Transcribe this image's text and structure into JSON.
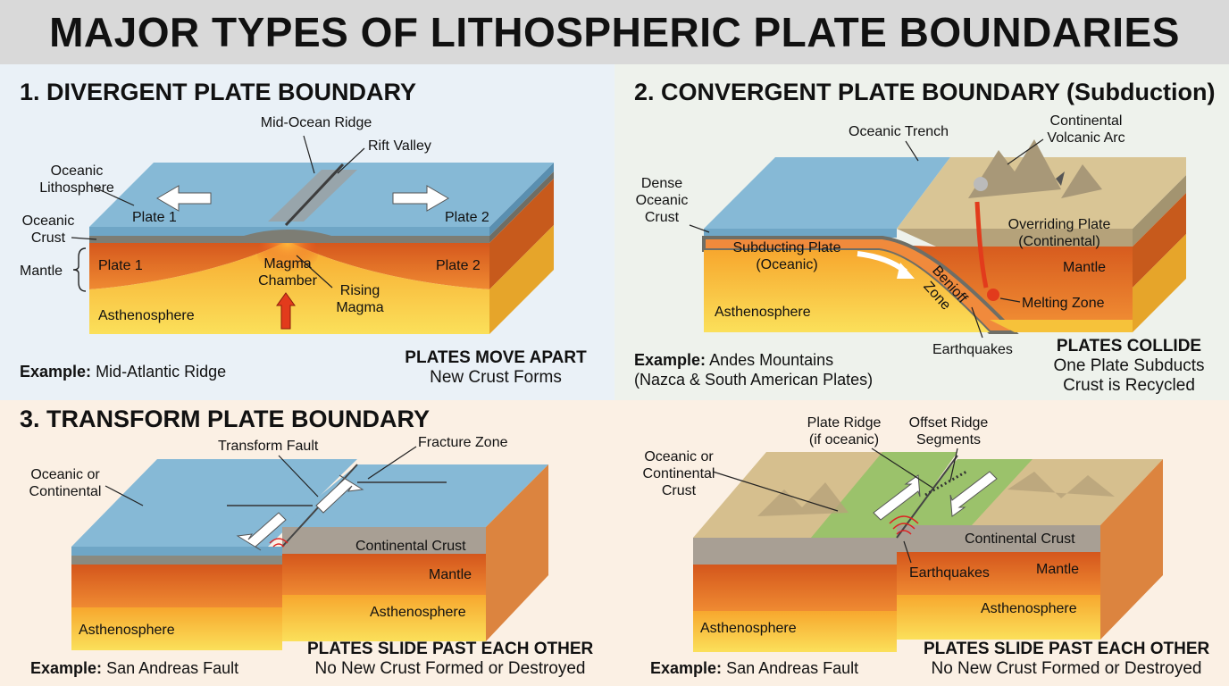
{
  "title": "MAJOR TYPES OF LITHOSPHERIC PLATE BOUNDARIES",
  "colors": {
    "ocean": "#7fb3d0",
    "crust": "#8a8a80",
    "mantle": "#e8782c",
    "asthenosphere": "#f6c23a",
    "land": "#d6bf8e",
    "ridge": "#9bc26b",
    "magma": "#e23b1c"
  },
  "divergent": {
    "heading": "1. DIVERGENT PLATE BOUNDARY",
    "labels": {
      "mid_ocean_ridge": "Mid-Ocean Ridge",
      "rift_valley": "Rift Valley",
      "oceanic_lithosphere": "Oceanic\nLithosphere",
      "plate1_top": "Plate 1",
      "plate2_top": "Plate 2",
      "oceanic_crust": "Oceanic\nCrust",
      "mantle": "Mantle",
      "plate1_side": "Plate 1",
      "plate2_side": "Plate 2",
      "magma_chamber": "Magma\nChamber",
      "rising_magma": "Rising\nMagma",
      "asthenosphere": "Asthenosphere"
    },
    "example_label": "Example:",
    "example_value": "Mid-Atlantic Ridge",
    "summary_title": "PLATES MOVE APART",
    "summary_text": "New Crust Forms"
  },
  "convergent": {
    "heading": "2. CONVERGENT PLATE BOUNDARY (Subduction)",
    "labels": {
      "oceanic_trench": "Oceanic Trench",
      "continental_volcanic_arc": "Continental\nVolcanic Arc",
      "dense_oceanic_crust": "Dense\nOceanic\nCrust",
      "subducting_plate": "Subducting Plate\n(Oceanic)",
      "overriding_plate": "Overriding Plate\n(Continental)",
      "mantle": "Mantle",
      "benioff_zone": "Benioff\nZone",
      "melting_zone": "Melting Zone",
      "asthenosphere": "Asthenosphere",
      "earthquakes": "Earthquakes"
    },
    "example_label": "Example:",
    "example_value": "Andes Mountains",
    "example_value2": "(Nazca & South American Plates)",
    "summary_title": "PLATES COLLIDE",
    "summary_text1": "One Plate Subducts",
    "summary_text2": "Crust is Recycled"
  },
  "transform": {
    "heading": "3. TRANSFORM PLATE BOUNDARY",
    "labels": {
      "transform_fault": "Transform Fault",
      "fracture_zone": "Fracture Zone",
      "oceanic_or_continental": "Oceanic or\nContinental",
      "continental_crust": "Continental Crust",
      "mantle": "Mantle",
      "asthenosphere_left": "Asthenosphere",
      "asthenosphere_right": "Asthenosphere"
    },
    "example_label": "Example:",
    "example_value": "San Andreas Fault",
    "summary_title": "PLATES SLIDE PAST EACH OTHER",
    "summary_text": "No New Crust Formed or Destroyed"
  },
  "transform_continental": {
    "labels": {
      "plate_ridge": "Plate Ridge\n(if oceanic)",
      "offset_ridge_segments": "Offset Ridge\nSegments",
      "oceanic_or_continental_crust": "Oceanic or\nContinental\nCrust",
      "continental_crust": "Continental Crust",
      "earthquakes": "Earthquakes",
      "mantle": "Mantle",
      "asthenosphere_left": "Asthenosphere",
      "asthenosphere_right": "Asthenosphere"
    },
    "example_label": "Example:",
    "example_value": "San Andreas Fault",
    "summary_title": "PLATES SLIDE PAST EACH OTHER",
    "summary_text": "No New Crust Formed or Destroyed"
  }
}
